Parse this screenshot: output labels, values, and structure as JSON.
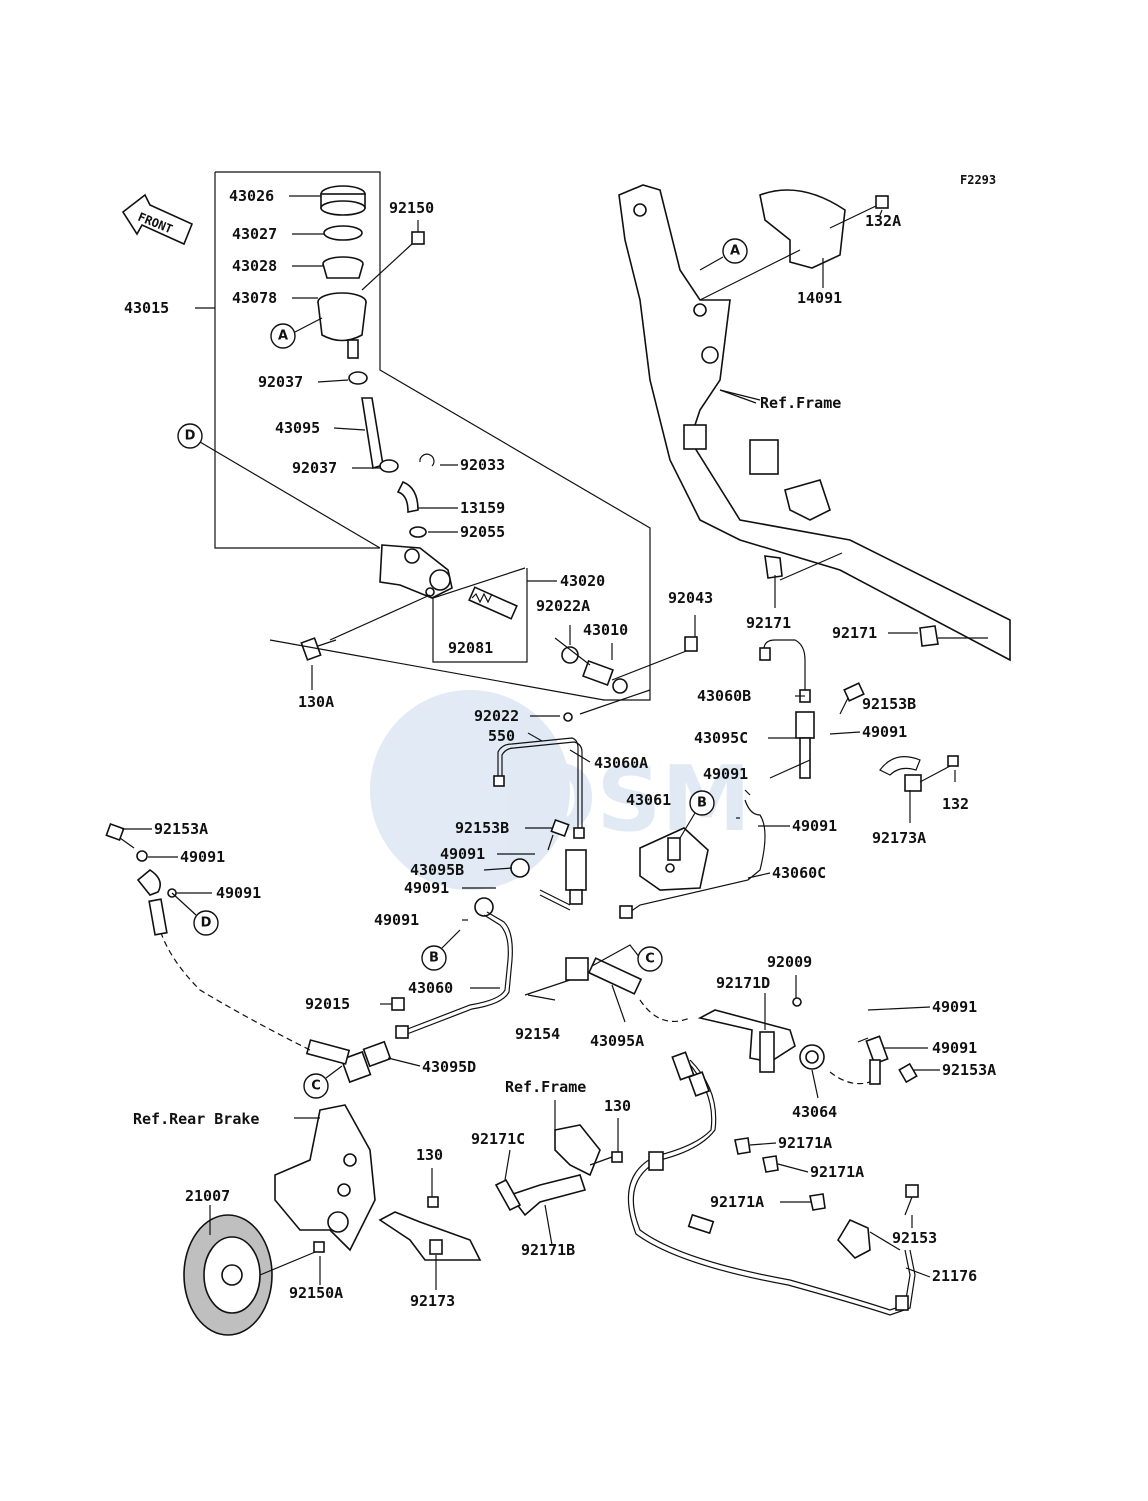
{
  "figure_code": "F2293",
  "front_label": "FRONT",
  "parts": {
    "p43026": "43026",
    "p43027": "43027",
    "p43028": "43028",
    "p43078": "43078",
    "p43015": "43015",
    "p92150": "92150",
    "p92037a": "92037",
    "p43095": "43095",
    "p92037b": "92037",
    "p92033": "92033",
    "p13159": "13159",
    "p92055": "92055",
    "p43020": "43020",
    "p92022A": "92022A",
    "p43010": "43010",
    "p92081": "92081",
    "p130A": "130A",
    "p92043": "92043",
    "p92022": "92022",
    "p550": "550",
    "p43060A": "43060A",
    "p43060B": "43060B",
    "p92153B_r": "92153B",
    "p49091_r1": "49091",
    "p43095C": "43095C",
    "p49091_r2": "49091",
    "p49091_r3": "49091",
    "p43061": "43061",
    "p92153B_c": "92153B",
    "p49091_c1": "49091",
    "p43095B": "43095B",
    "p49091_c2": "49091",
    "p49091_c3": "49091",
    "p43060C": "43060C",
    "p92153A_l": "92153A",
    "p49091_l1": "49091",
    "p49091_l2": "49091",
    "p43060": "43060",
    "p92015": "92015",
    "p43095D": "43095D",
    "p92154": "92154",
    "p43095A": "43095A",
    "p92009": "92009",
    "p92171D": "92171D",
    "p49091_rr1": "49091",
    "p49091_rr2": "49091",
    "p92153A_r": "92153A",
    "p43064": "43064",
    "p132A": "132A",
    "p14091": "14091",
    "p92171_a": "92171",
    "p92171_b": "92171",
    "p132": "132",
    "p92173A": "92173A",
    "p92171A_1": "92171A",
    "p92171A_2": "92171A",
    "p92171A_3": "92171A",
    "p92153": "92153",
    "p21176": "21176",
    "p130_a": "130",
    "p130_b": "130",
    "p92171C": "92171C",
    "p92171B": "92171B",
    "p21007": "21007",
    "p92150A": "92150A",
    "p92173": "92173"
  },
  "refs": {
    "ref_frame_top": "Ref.Frame",
    "ref_frame_bottom": "Ref.Frame",
    "ref_rear_brake": "Ref.Rear Brake"
  },
  "callouts": {
    "A1": "A",
    "A2": "A",
    "B1": "B",
    "B2": "B",
    "C1": "C",
    "C2": "C",
    "D1": "D",
    "D2": "D"
  }
}
